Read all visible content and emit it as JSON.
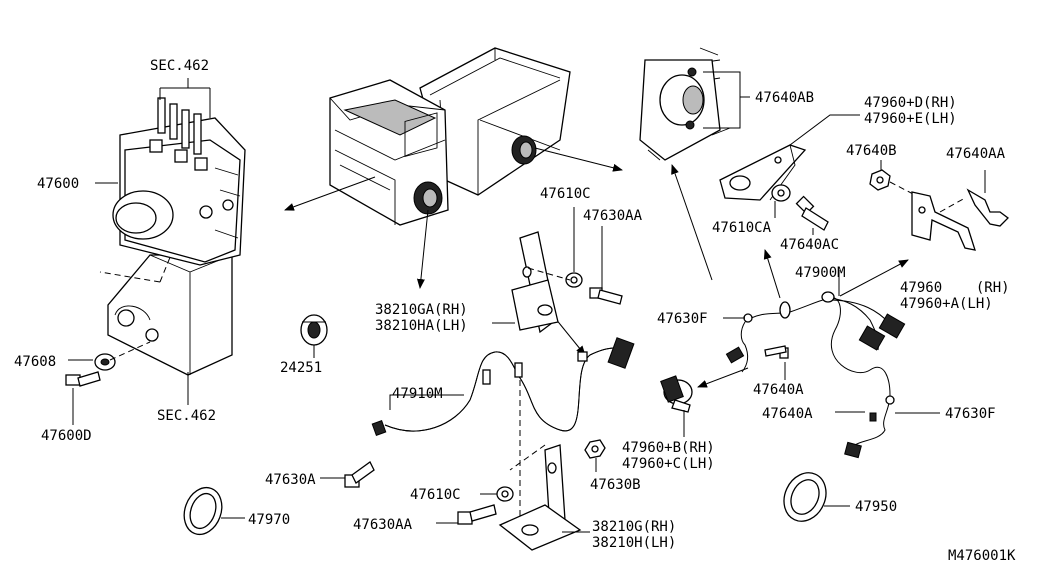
{
  "diagram_id": "M476001K",
  "labels": {
    "sec462_top": "SEC.462",
    "sec462_bottom": "SEC.462",
    "p47600": "47600",
    "p47608": "47608",
    "p47600d": "47600D",
    "p24251": "24251",
    "p47970": "47970",
    "p47630a_left": "47630A",
    "p47910m": "47910M",
    "p38210ga": "38210GA(RH)",
    "p38210ha": "38210HA(LH)",
    "p47610c_top": "47610C",
    "p47630aa_top": "47630AA",
    "p47610c_bottom": "47610C",
    "p47630b": "47630B",
    "p47630aa_bottom": "47630AA",
    "p38210g": "38210G(RH)",
    "p38210h": "38210H(LH)",
    "p47640ab": "47640AB",
    "p47960d": "47960+D(RH)",
    "p47960e": "47960+E(LH)",
    "p47640b": "47640B",
    "p47640aa": "47640AA",
    "p47610ca": "47610CA",
    "p47640ac": "47640AC",
    "p47900m": "47900M",
    "p47960": "47960    (RH)",
    "p47960a": "47960+A(LH)",
    "p47630f_left": "47630F",
    "p47640a_mid": "47640A",
    "p47960b": "47960+B(RH)",
    "p47960c": "47960+C(LH)",
    "p47640a_low": "47640A",
    "p47630f_right": "47630F",
    "p47950": "47950"
  }
}
